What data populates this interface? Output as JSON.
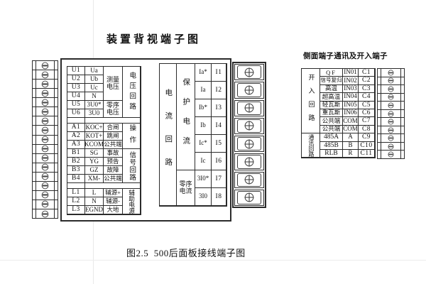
{
  "title": "装置背视端子图",
  "caption": "图2.5  500后面板接线端子图",
  "colors": {
    "line": "#2b2b2b",
    "text": "#111111",
    "background": "#ffffff"
  },
  "rear_panel": {
    "voltage": {
      "circuit_label": "电压回路",
      "measure_label": "测量电压",
      "zero_label": "零序电压",
      "rows": [
        {
          "t": "U1",
          "s": "Ua"
        },
        {
          "t": "U2",
          "s": "Ub"
        },
        {
          "t": "U3",
          "s": "Uc"
        },
        {
          "t": "U4",
          "s": "N"
        },
        {
          "t": "U5",
          "s": "3U0*"
        },
        {
          "t": "U6",
          "s": "3U0"
        }
      ]
    },
    "operation": {
      "group_label": "操作",
      "rows": [
        {
          "t": "A1",
          "s": "KOC+",
          "n": "合闸"
        },
        {
          "t": "A2",
          "s": "KOT+",
          "n": "跳闸"
        },
        {
          "t": "A3",
          "s": "KCOM",
          "n": "公共端"
        }
      ]
    },
    "signal": {
      "group_label": "信号回路",
      "rows": [
        {
          "t": "B1",
          "s": "SG",
          "n": "事故"
        },
        {
          "t": "B2",
          "s": "YG",
          "n": "预告"
        },
        {
          "t": "B3",
          "s": "GZ",
          "n": "故障"
        },
        {
          "t": "B4",
          "s": "XM-",
          "n": "公共端"
        }
      ]
    },
    "aux_power": {
      "group_label": "辅助电源",
      "rows": [
        {
          "t": "L1",
          "s": "L",
          "n": "辅源+"
        },
        {
          "t": "L2",
          "s": "N",
          "n": "辅源-"
        },
        {
          "t": "L3",
          "s": "EGND",
          "n": "大地"
        }
      ]
    },
    "current": {
      "circuit_label": "电流回路",
      "protect_label": "保护电流",
      "zero_label": "零序电流",
      "rows": [
        {
          "s": "Ia*",
          "t": "I1"
        },
        {
          "s": "Ia",
          "t": "I2"
        },
        {
          "s": "Ib*",
          "t": "I3"
        },
        {
          "s": "Ib",
          "t": "I4"
        },
        {
          "s": "Ic*",
          "t": "I5"
        },
        {
          "s": "Ic",
          "t": "I6"
        },
        {
          "s": "3I0*",
          "t": "I7"
        },
        {
          "s": "3I0",
          "t": "I8"
        }
      ]
    }
  },
  "side_panel": {
    "title": "侧面端子通讯及开入端子",
    "input_group_label": "开入回路",
    "comm_group_label": "通讯回路",
    "rows": [
      {
        "n": "QF",
        "s": "IN01",
        "t": "C1"
      },
      {
        "n": "信号复归",
        "s": "IN02",
        "t": "C2"
      },
      {
        "n": "高温",
        "s": "IN03",
        "t": "C3"
      },
      {
        "n": "超高温",
        "s": "IN04",
        "t": "C4"
      },
      {
        "n": "轻瓦斯",
        "s": "IN05",
        "t": "C5"
      },
      {
        "n": "重瓦斯",
        "s": "IN06",
        "t": "C6"
      },
      {
        "n": "公共端",
        "s": "COM",
        "t": "C7"
      },
      {
        "n": "公共端",
        "s": "COM",
        "t": "C8"
      },
      {
        "n": "485A",
        "s": "A",
        "t": "C9"
      },
      {
        "n": "485B",
        "s": "B",
        "t": "C10"
      },
      {
        "n": "RLB",
        "s": "R",
        "t": "C11"
      }
    ]
  },
  "terminal_strips": {
    "left": {
      "count": 17,
      "screw": "slot"
    },
    "current": {
      "count": 8,
      "screw": "cross"
    },
    "side": {
      "count": 11,
      "screw": "slot"
    }
  }
}
